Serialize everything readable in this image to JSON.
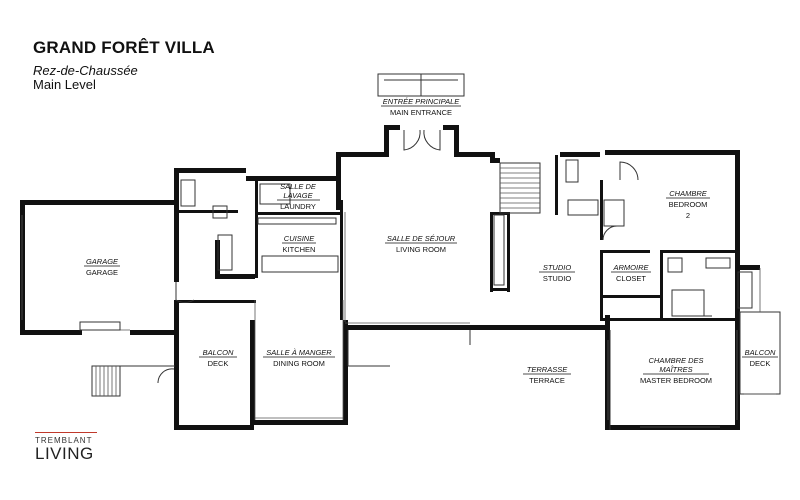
{
  "header": {
    "title": "GRAND FORÊT VILLA",
    "subtitle_fr": "Rez-de-Chaussée",
    "subtitle_en": "Main Level"
  },
  "rooms": [
    {
      "id": "main-entrance",
      "fr": "ENTRÉE PRINCIPALE",
      "en": "MAIN ENTRANCE"
    },
    {
      "id": "laundry",
      "fr": "SALLE DE LAVAGE",
      "en": "LAUNDRY"
    },
    {
      "id": "kitchen",
      "fr": "CUISINE",
      "en": "KITCHEN"
    },
    {
      "id": "living-room",
      "fr": "SALLE DE SÉJOUR",
      "en": "LIVING ROOM"
    },
    {
      "id": "bedroom-2",
      "fr": "CHAMBRE",
      "en": "BEDROOM",
      "extra": "2"
    },
    {
      "id": "garage",
      "fr": "GARAGE",
      "en": "GARAGE"
    },
    {
      "id": "studio",
      "fr": "STUDIO",
      "en": "STUDIO"
    },
    {
      "id": "closet",
      "fr": "ARMOIRE",
      "en": "CLOSET"
    },
    {
      "id": "deck-left",
      "fr": "BALCON",
      "en": "DECK"
    },
    {
      "id": "dining-room",
      "fr": "SALLE À MANGER",
      "en": "DINING ROOM"
    },
    {
      "id": "terrace",
      "fr": "TERRASSE",
      "en": "TERRACE"
    },
    {
      "id": "master-bedroom",
      "fr": "CHAMBRE DES MAÎTRES",
      "en": "MASTER BEDROOM"
    },
    {
      "id": "deck-right",
      "fr": "BALCON",
      "en": "DECK"
    }
  ],
  "logo": {
    "top": "TREMBLANT",
    "bottom": "LIVING",
    "accent_color": "#c0392b"
  }
}
